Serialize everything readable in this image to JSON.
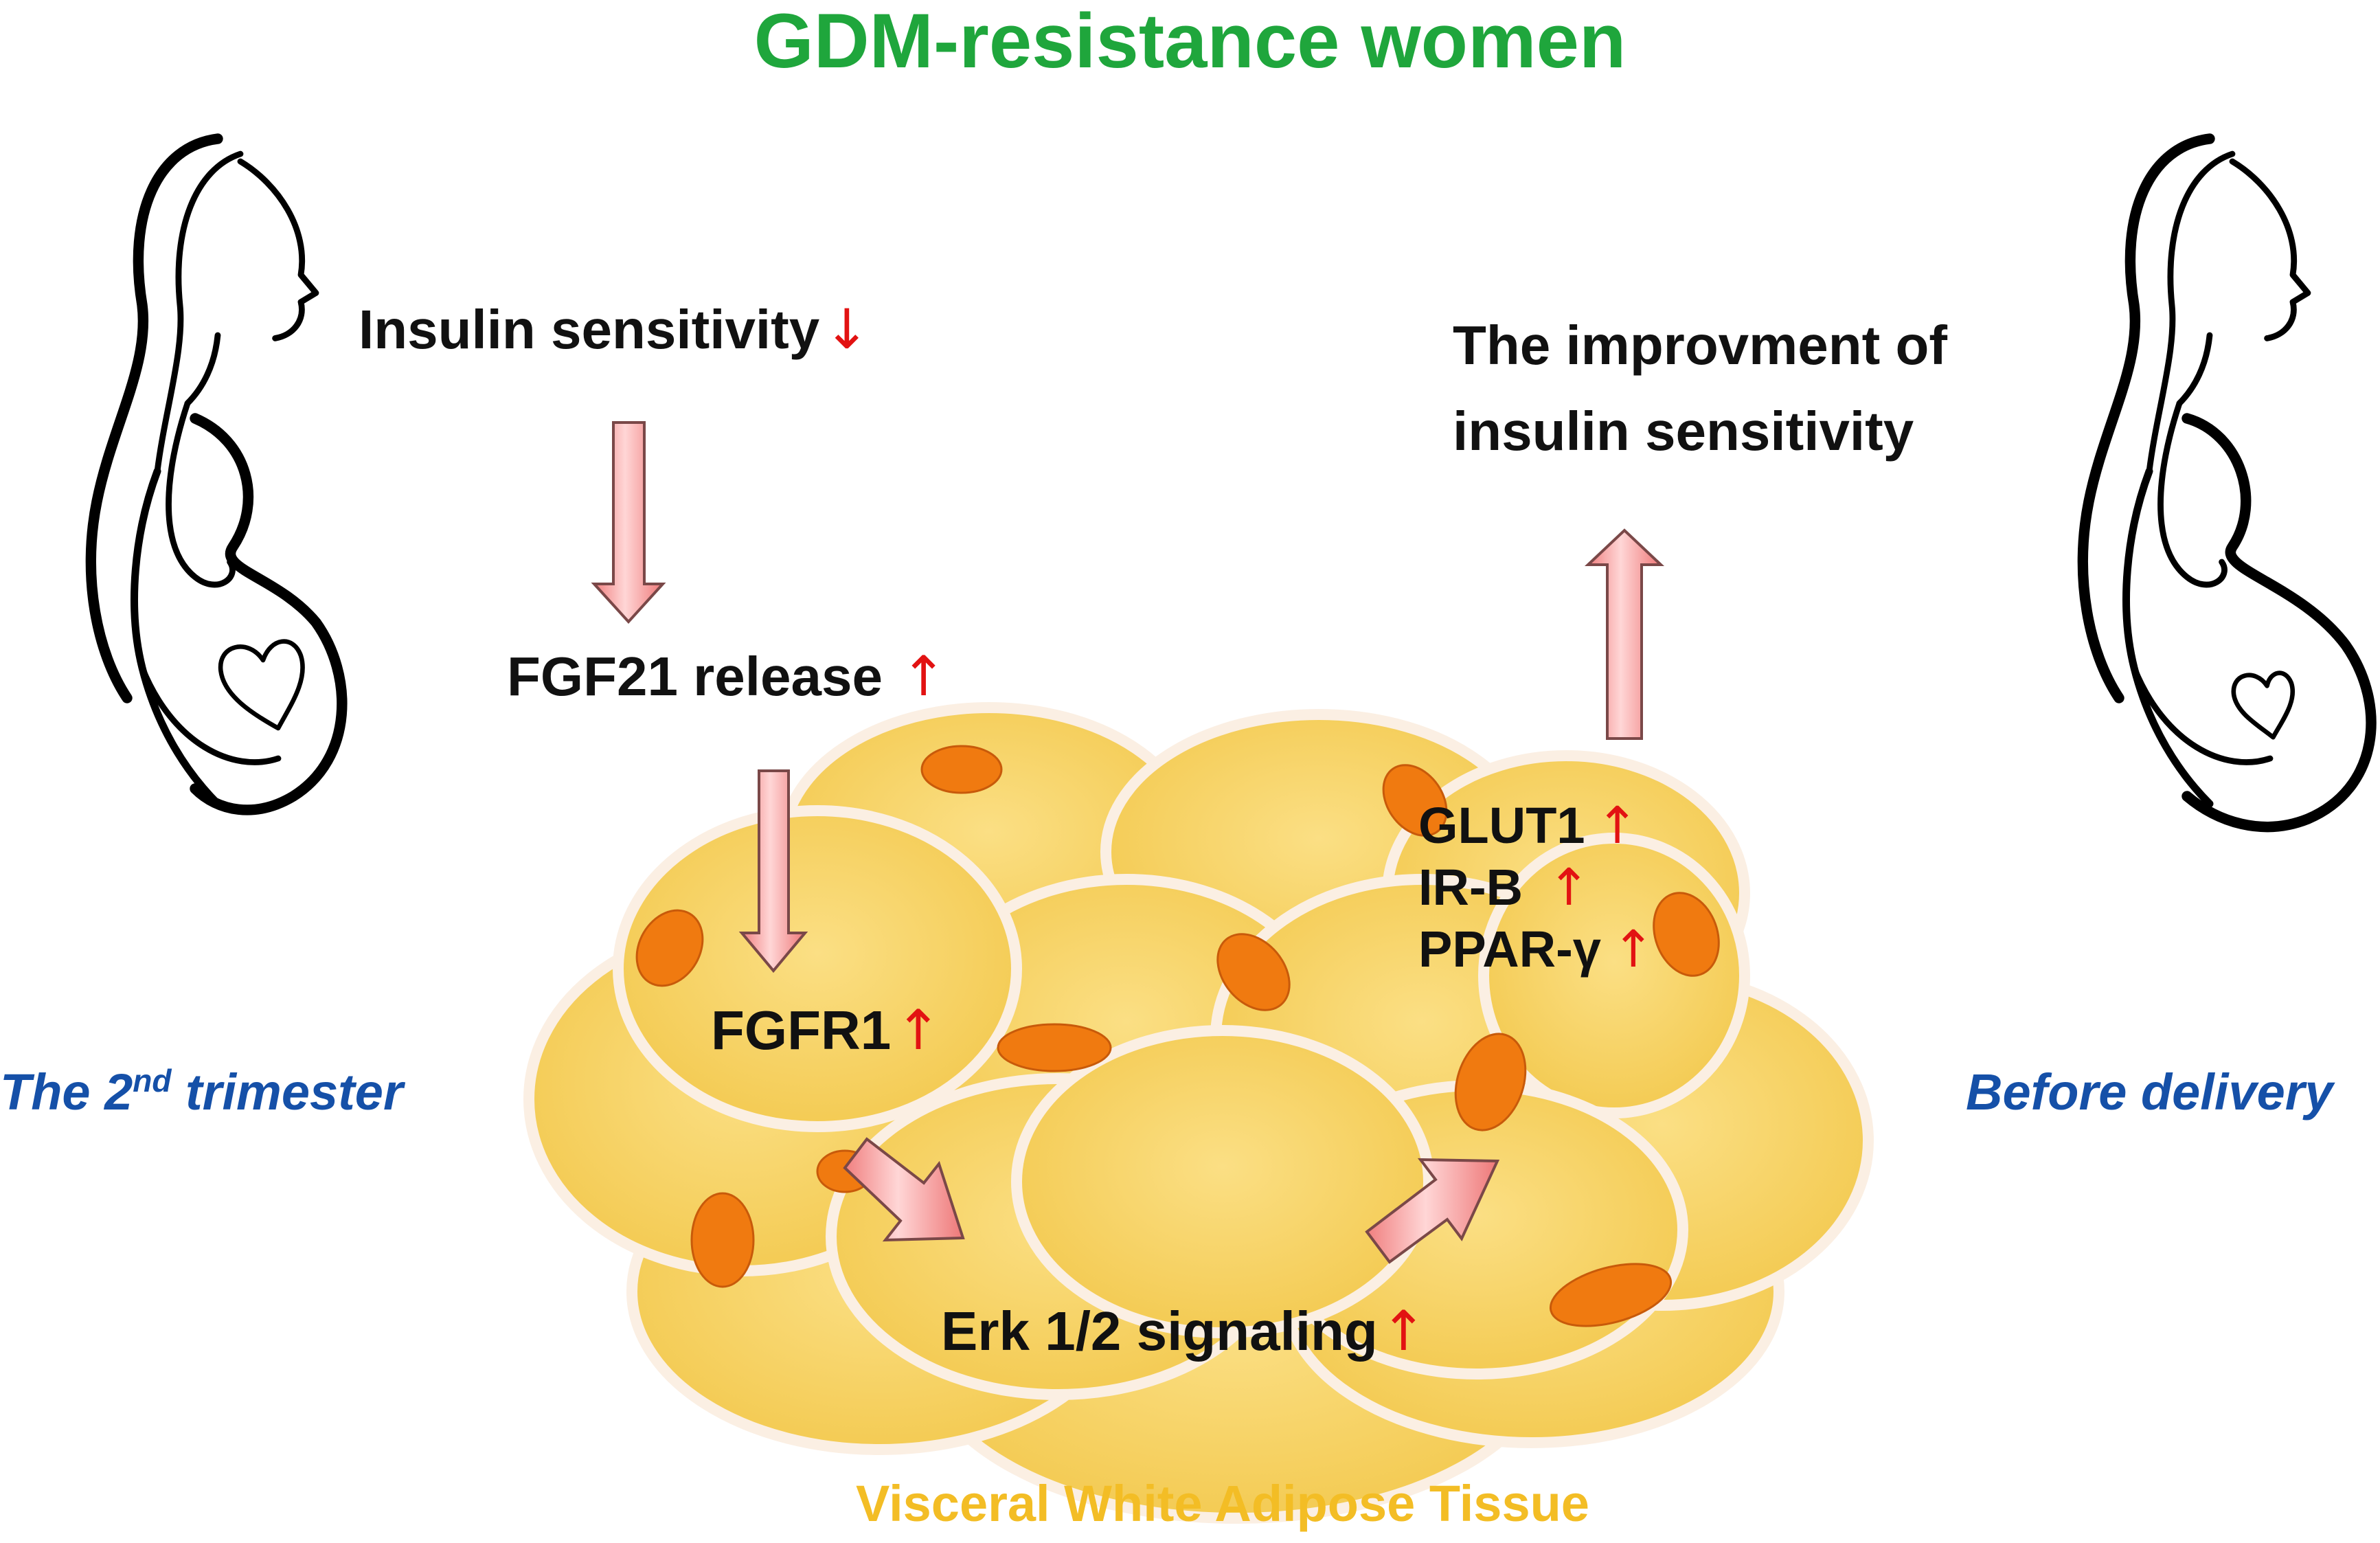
{
  "title": "GDM-resistance women",
  "stages": {
    "left": {
      "text": "The 2",
      "sup": "nd",
      "text_after": " trimester"
    },
    "right": {
      "text": "Before delivery"
    }
  },
  "pathway": {
    "insulin_sensitivity": {
      "label": "Insulin sensitivity",
      "arrow": "↓"
    },
    "fgf21_release": {
      "label": "FGF21 release",
      "arrow": "↑"
    },
    "fgfr1": {
      "label": "FGFR1",
      "arrow": "↑"
    },
    "erk_signaling": {
      "label": "Erk 1/2 signaling",
      "arrow": "↑"
    },
    "targets": [
      {
        "label": "GLUT1",
        "arrow": "↑"
      },
      {
        "label": "IR-B",
        "arrow": "↑"
      },
      {
        "label": "PPAR-γ",
        "arrow": "↑"
      }
    ],
    "outcome": {
      "line1": "The improvment of",
      "line2": "insulin sensitivity"
    }
  },
  "tissue_label": "Visceral White Adipose Tissue",
  "colors": {
    "title_green": "#1fa63c",
    "caption_blue": "#1550a8",
    "indicator_red": "#e21212",
    "tissue_label_yellow": "#f3bd25",
    "cell_fill": "#f6d26a",
    "cell_border": "#f9ece0",
    "nucleus": "#f07a10",
    "flow_arrow_fill": "#f7b4b4",
    "flow_arrow_stroke": "#8c5050"
  },
  "icons": [
    "pregnant-woman-icon",
    "heart-icon",
    "block-arrow-icon",
    "up-arrow-icon",
    "down-arrow-icon"
  ]
}
